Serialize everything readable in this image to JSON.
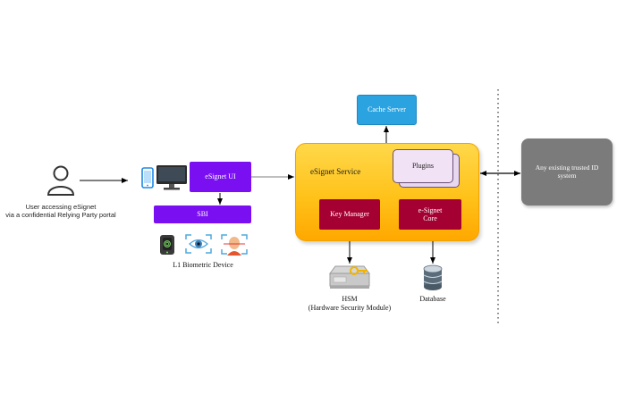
{
  "user": {
    "label_line1": "User accessing eSignet",
    "label_line2": "via a confidential Relying Party portal"
  },
  "client": {
    "ui_label": "eSignet UI",
    "sbi_label": "SBI",
    "biometric_label": "L1 Biometric Device",
    "biometric_icons": [
      "fingerprint-scanner-icon",
      "iris-scan-icon",
      "face-scan-icon"
    ],
    "device_icons": [
      "mobile-phone-icon",
      "desktop-monitor-icon"
    ]
  },
  "cache": {
    "label": "Cache Server"
  },
  "service": {
    "title": "eSignet Service",
    "plugins_label": "Plugins",
    "key_manager_label": "Key Manager",
    "core_label_line1": "e-Signet",
    "core_label_line2": "Core"
  },
  "hsm": {
    "label_line1": "HSM",
    "label_line2": "(Hardware Security Module)",
    "icon": "hsm-server-key-icon"
  },
  "database": {
    "label": "Database",
    "icon": "database-icon"
  },
  "trusted": {
    "label": "Any existing trusted ID system"
  },
  "colors": {
    "purple": "#7a0ff2",
    "maroon": "#a50032",
    "cache_blue": "#2aa3e0",
    "service_orange": "#ffc21a",
    "trusted_gray": "#7b7b7b"
  }
}
